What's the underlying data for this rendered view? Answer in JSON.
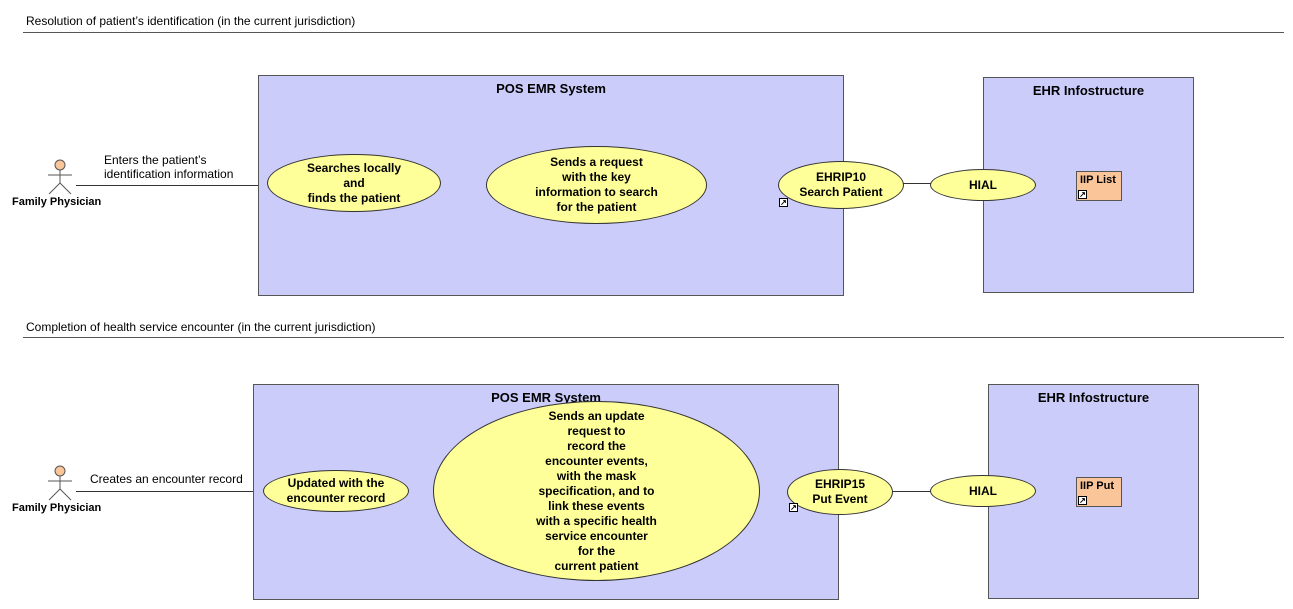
{
  "sections": [
    {
      "title": "Resolution of patient’s identification (in the current jurisdiction)",
      "actor": "Family Physician",
      "actor_edge_label": "Enters the patient’s\nidentification information",
      "system_title": "POS EMR System",
      "steps": [
        "Searches locally\nand\nfinds the patient",
        "Sends a request\nwith the key\ninformation to search\nfor the patient"
      ],
      "interaction": "EHRIP10\nSearch Patient",
      "hial": "HIAL",
      "infra_title": "EHR Infostructure",
      "component": "IIP List"
    },
    {
      "title": "Completion of health service encounter (in the current jurisdiction)",
      "actor": "Family Physician",
      "actor_edge_label": "Creates an encounter record",
      "system_title": "POS EMR System",
      "steps": [
        "Updated with the\nencounter record",
        "Sends an update\nrequest to\nrecord the\nencounter events,\nwith the mask\nspecification, and to\nlink these events\nwith a specific health\nservice encounter\nfor the\ncurrent patient"
      ],
      "interaction": "EHRIP15\nPut Event",
      "hial": "HIAL",
      "infra_title": "EHR Infostructure",
      "component": "IIP Put"
    }
  ],
  "colors": {
    "system_box": "#ccccfb",
    "use_case": "#ffff99",
    "component": "#fbc59a",
    "actor_head": "#fbc59a"
  },
  "icons": {
    "actor": "stick-figure-icon",
    "link": "shortcut-arrow-icon"
  }
}
